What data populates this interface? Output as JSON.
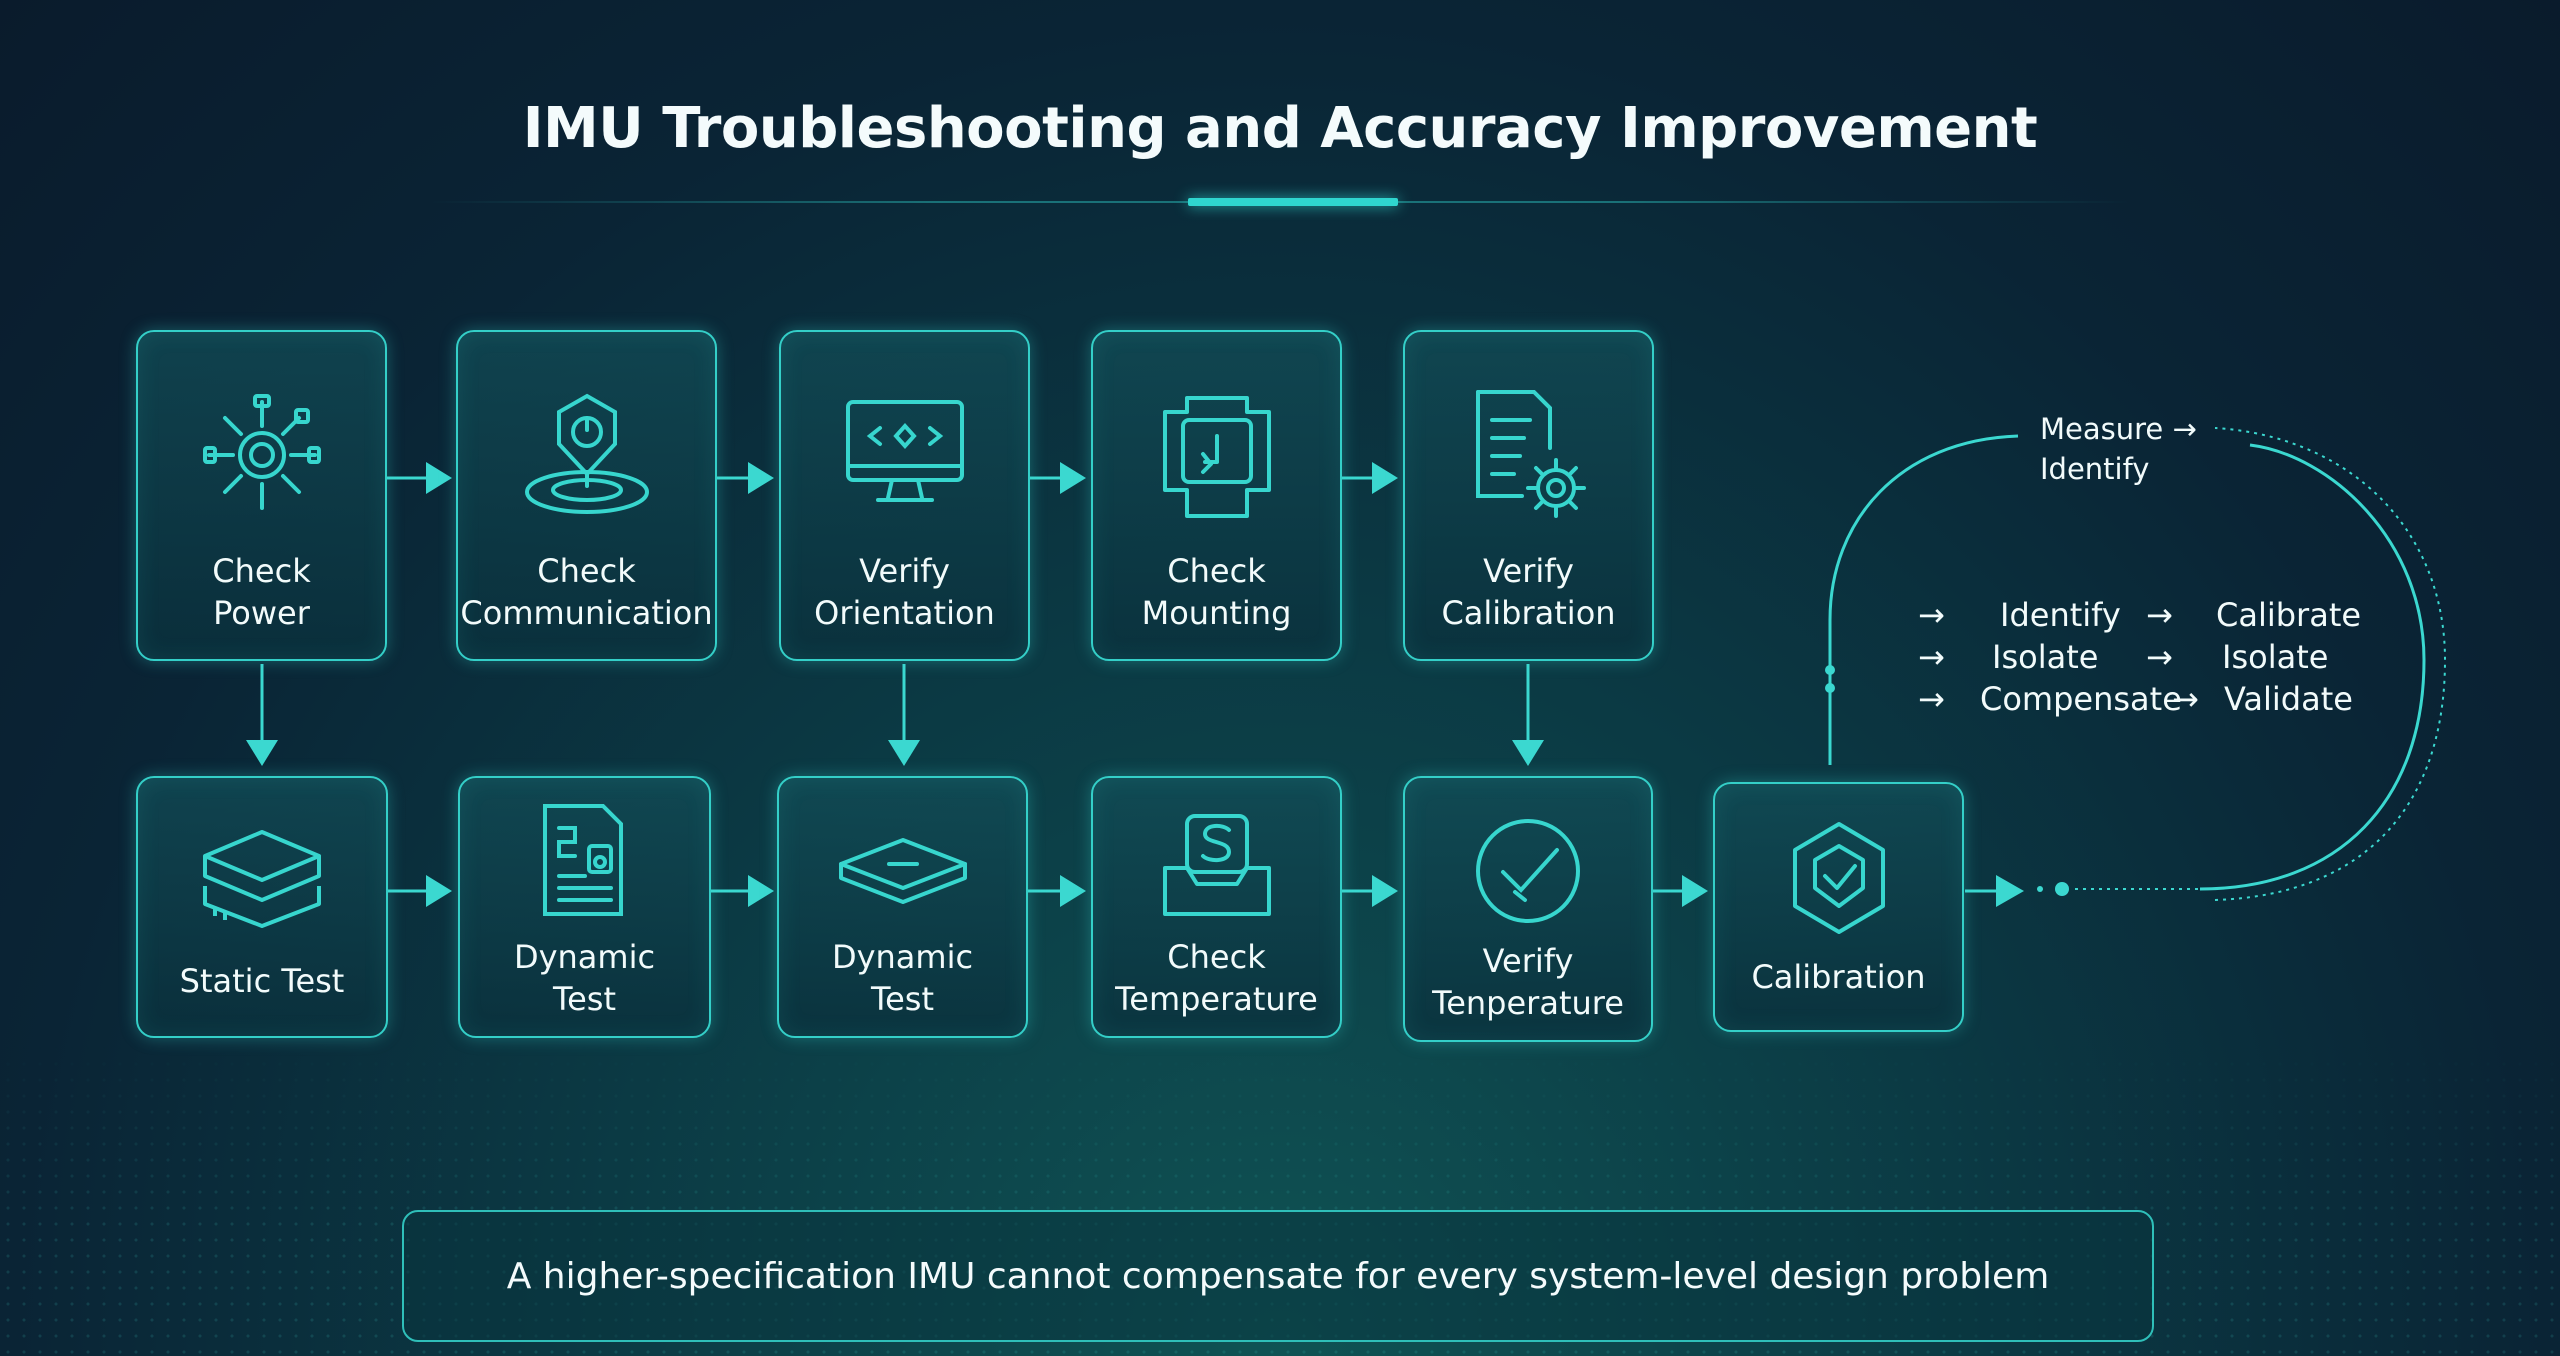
{
  "title": "IMU Troubleshooting and Accuracy Improvement",
  "top_row": [
    {
      "line1": "Check",
      "line2": "Power",
      "icon": "sun-gear-icon"
    },
    {
      "line1": "Check",
      "line2": "Communication",
      "icon": "location-pin-icon"
    },
    {
      "line1": "Verify",
      "line2": "Orientation",
      "icon": "monitor-code-icon"
    },
    {
      "line1": "Check",
      "line2": "Mounting",
      "icon": "mount-bracket-icon"
    },
    {
      "line1": "Verify",
      "line2": "Calibration",
      "icon": "document-gear-icon"
    }
  ],
  "bottom_row": [
    {
      "line1": "Static Test",
      "line2": "",
      "icon": "stacked-layers-icon"
    },
    {
      "line1": "Dynamic",
      "line2": "Test",
      "icon": "document-chart-icon"
    },
    {
      "line1": "Dynamic",
      "line2": "Test",
      "icon": "flat-board-icon"
    },
    {
      "line1": "Check",
      "line2": "Temperature",
      "icon": "thermostat-s-icon"
    },
    {
      "line1": "Verify",
      "line2": "Tenperature",
      "icon": "circle-check-icon"
    },
    {
      "line1": "Calibration",
      "line2": "",
      "icon": "hexagon-shield-icon"
    }
  ],
  "loop": {
    "measure": "Measure →",
    "identify_top": "Identify",
    "rows": [
      {
        "a": "Identify",
        "b": "Calibrate"
      },
      {
        "a": "Isolate",
        "b": "Isolate"
      },
      {
        "a": "Compensate",
        "b": "Validate"
      }
    ],
    "arrow": "→"
  },
  "footer": "A higher-specification IMU cannot compensate for every system-level design problem",
  "colors": {
    "accent": "#34cfc8",
    "text": "#f2fbfb"
  }
}
